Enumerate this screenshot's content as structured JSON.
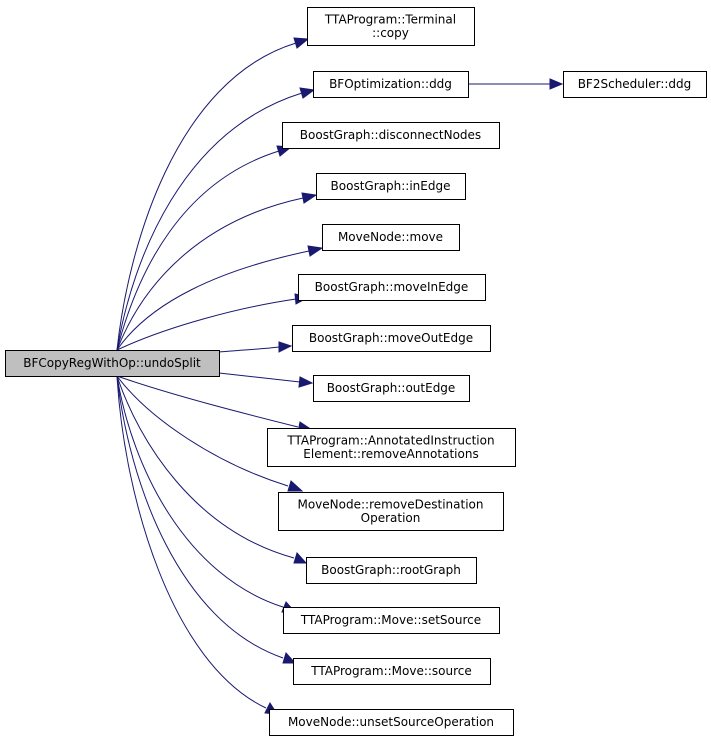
{
  "graph": {
    "edge_color": "#191970",
    "root": {
      "id": "root",
      "lines": [
        "BFCopyRegWithOp::undoSplit"
      ]
    },
    "nodes": [
      {
        "id": "n1",
        "lines": [
          "TTAProgram::Terminal",
          "::copy"
        ]
      },
      {
        "id": "n2",
        "lines": [
          "BFOptimization::ddg"
        ]
      },
      {
        "id": "n3",
        "lines": [
          "BF2Scheduler::ddg"
        ]
      },
      {
        "id": "n4",
        "lines": [
          "BoostGraph::disconnectNodes"
        ]
      },
      {
        "id": "n5",
        "lines": [
          "BoostGraph::inEdge"
        ]
      },
      {
        "id": "n6",
        "lines": [
          "MoveNode::move"
        ]
      },
      {
        "id": "n7",
        "lines": [
          "BoostGraph::moveInEdge"
        ]
      },
      {
        "id": "n8",
        "lines": [
          "BoostGraph::moveOutEdge"
        ]
      },
      {
        "id": "n9",
        "lines": [
          "BoostGraph::outEdge"
        ]
      },
      {
        "id": "n10",
        "lines": [
          "TTAProgram::AnnotatedInstruction",
          "Element::removeAnnotations"
        ]
      },
      {
        "id": "n11",
        "lines": [
          "MoveNode::removeDestination",
          "Operation"
        ]
      },
      {
        "id": "n12",
        "lines": [
          "BoostGraph::rootGraph"
        ]
      },
      {
        "id": "n13",
        "lines": [
          "TTAProgram::Move::setSource"
        ]
      },
      {
        "id": "n14",
        "lines": [
          "TTAProgram::Move::source"
        ]
      },
      {
        "id": "n15",
        "lines": [
          "MoveNode::unsetSourceOperation"
        ]
      }
    ],
    "edges": [
      {
        "from": "root",
        "to": "n1"
      },
      {
        "from": "root",
        "to": "n2"
      },
      {
        "from": "n2",
        "to": "n3"
      },
      {
        "from": "root",
        "to": "n4"
      },
      {
        "from": "root",
        "to": "n5"
      },
      {
        "from": "root",
        "to": "n6"
      },
      {
        "from": "root",
        "to": "n7"
      },
      {
        "from": "root",
        "to": "n8"
      },
      {
        "from": "root",
        "to": "n9"
      },
      {
        "from": "root",
        "to": "n10"
      },
      {
        "from": "root",
        "to": "n11"
      },
      {
        "from": "root",
        "to": "n12"
      },
      {
        "from": "root",
        "to": "n13"
      },
      {
        "from": "root",
        "to": "n14"
      },
      {
        "from": "root",
        "to": "n15"
      }
    ]
  }
}
